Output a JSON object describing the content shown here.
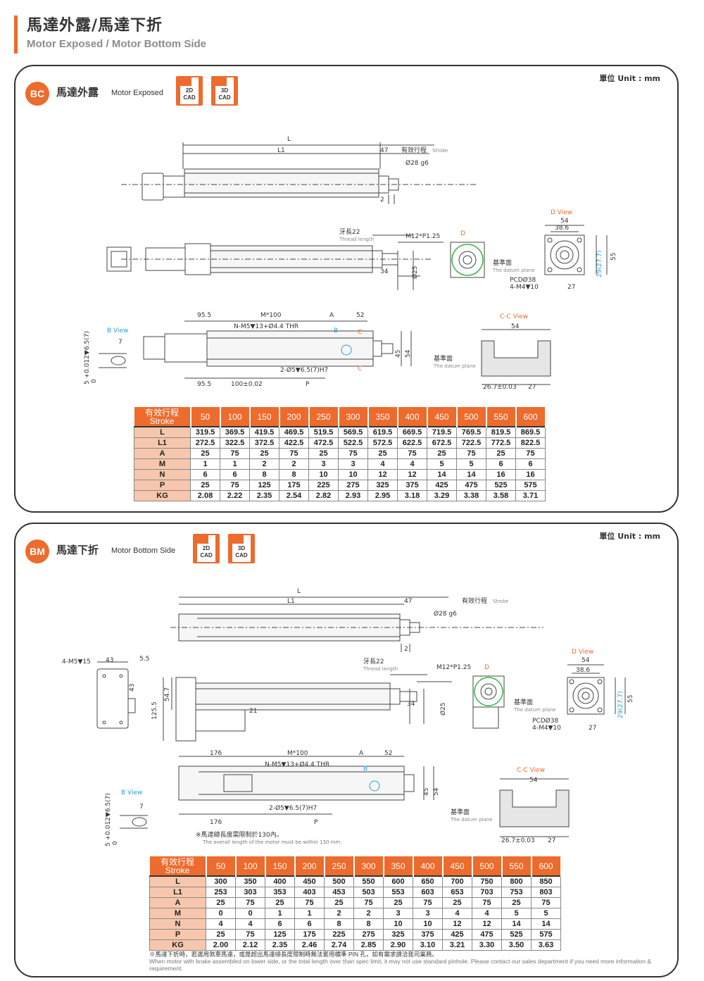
{
  "header": {
    "title_zh": "馬達外露/馬達下折",
    "title_en": "Motor Exposed / Motor Bottom Side"
  },
  "colors": {
    "accent": "#ec6b2d",
    "row_header": "#f7c7ad",
    "highlight_blue": "#2aa0d8",
    "green_circle": "#3cb44b"
  },
  "bc": {
    "unit": "單位 Unit : mm",
    "badge": "BC",
    "title": "馬達外露",
    "subtitle": "Motor Exposed",
    "cad": [
      "2D CAD",
      "3D CAD"
    ],
    "labels": {
      "L": "L",
      "L1": "L1",
      "d47": "47",
      "stroke": "有效行程",
      "stroke_en": "Stroke",
      "phi28": "Ø28 g6",
      "d2": "2",
      "thread": "牙長22",
      "thread_en": "Thread length",
      "m12": "M12*P1.25",
      "d34": "34",
      "phi25": "Ø25",
      "D": "D",
      "dview": "D View",
      "d54": "54",
      "d386": "38.6",
      "d55": "55",
      "d29": "29(27.7)",
      "datum": "基準面",
      "datum_en": "The datum plane",
      "pcd": "PCDØ38",
      "m4": "4-M4▼10",
      "d27": "27",
      "d955": "95.5",
      "m100": "M*100",
      "A": "A",
      "d52": "52",
      "nm5": "N-M5▼13+Ø4.4 THR",
      "B": "B",
      "C": "C",
      "bview": "B View",
      "d7": "7",
      "tol": "5 +0.012▼6.5(7)",
      "zero": "0",
      "d45": "45",
      "pin": "2-Ø5▼6.5(7)H7",
      "d955b": "95.5",
      "d100": "100±0.02",
      "P": "P",
      "ccview": "C-C View",
      "d54b": "54",
      "d267": "26.7±0.03",
      "d27b": "27"
    },
    "table": {
      "corner": [
        "有效行程",
        "Stroke"
      ],
      "strokes": [
        "50",
        "100",
        "150",
        "200",
        "250",
        "300",
        "350",
        "400",
        "450",
        "500",
        "550",
        "600"
      ],
      "rows": [
        {
          "name": "L",
          "values": [
            "319.5",
            "369.5",
            "419.5",
            "469.5",
            "519.5",
            "569.5",
            "619.5",
            "669.5",
            "719.5",
            "769.5",
            "819.5",
            "869.5"
          ]
        },
        {
          "name": "L1",
          "values": [
            "272.5",
            "322.5",
            "372.5",
            "422.5",
            "472.5",
            "522.5",
            "572.5",
            "622.5",
            "672.5",
            "722.5",
            "772.5",
            "822.5"
          ]
        },
        {
          "name": "A",
          "values": [
            "25",
            "75",
            "25",
            "75",
            "25",
            "75",
            "25",
            "75",
            "25",
            "75",
            "25",
            "75"
          ]
        },
        {
          "name": "M",
          "values": [
            "1",
            "1",
            "2",
            "2",
            "3",
            "3",
            "4",
            "4",
            "5",
            "5",
            "6",
            "6"
          ]
        },
        {
          "name": "N",
          "values": [
            "6",
            "6",
            "8",
            "8",
            "10",
            "10",
            "12",
            "12",
            "14",
            "14",
            "16",
            "16"
          ]
        },
        {
          "name": "P",
          "values": [
            "25",
            "75",
            "125",
            "175",
            "225",
            "275",
            "325",
            "375",
            "425",
            "475",
            "525",
            "575"
          ]
        },
        {
          "name": "KG",
          "values": [
            "2.08",
            "2.22",
            "2.35",
            "2.54",
            "2.82",
            "2.93",
            "2.95",
            "3.18",
            "3.29",
            "3.38",
            "3.58",
            "3.71"
          ]
        }
      ]
    }
  },
  "bm": {
    "unit": "單位 Unit : mm",
    "badge": "BM",
    "title": "馬達下折",
    "subtitle": "Motor Bottom Side",
    "cad": [
      "2D CAD",
      "3D CAD"
    ],
    "labels": {
      "L": "L",
      "L1": "L1",
      "d47": "47",
      "stroke": "有效行程",
      "stroke_en": "Stroke",
      "phi28": "Ø28 g6",
      "d2": "2",
      "thread": "牙長22",
      "thread_en": "Thread length",
      "m12": "M12*P1.25",
      "d34": "34",
      "phi25": "Ø25",
      "D": "D",
      "m5": "4-M5▼15",
      "d43": "43",
      "d55a": "5.5",
      "d43v": "43",
      "d547": "54.7",
      "d1255": "125.5",
      "d21": "21",
      "dview": "D View",
      "d54": "54",
      "d386": "38.6",
      "d55": "55",
      "d29": "29(27.7)",
      "datum": "基準面",
      "datum_en": "The datum plane",
      "pcd": "PCDØ38",
      "m4": "4-M4▼10",
      "d27": "27",
      "d176": "176",
      "m100": "M*100",
      "A": "A",
      "d52": "52",
      "nm5": "N-M5▼13+Ø4.4 THR",
      "B": "B",
      "bview": "B View",
      "d7": "7",
      "tol": "5 +0.012▼6.5(7)",
      "zero": "0",
      "d45": "45",
      "pin": "2-Ø5▼6.5(7)H7",
      "d176b": "176",
      "P": "P",
      "note": "※馬達總長度需限制於130內。",
      "note_en": "The overall length of the motor must be within 130 mm.",
      "ccview": "C-C View",
      "d54b": "54",
      "d267": "26.7±0.03",
      "d27b": "27"
    },
    "table": {
      "corner": [
        "有效行程",
        "Stroke"
      ],
      "strokes": [
        "50",
        "100",
        "150",
        "200",
        "250",
        "300",
        "350",
        "400",
        "450",
        "500",
        "550",
        "600"
      ],
      "rows": [
        {
          "name": "L",
          "values": [
            "300",
            "350",
            "400",
            "450",
            "500",
            "550",
            "600",
            "650",
            "700",
            "750",
            "800",
            "850"
          ]
        },
        {
          "name": "L1",
          "values": [
            "253",
            "303",
            "353",
            "403",
            "453",
            "503",
            "553",
            "603",
            "653",
            "703",
            "753",
            "803"
          ]
        },
        {
          "name": "A",
          "values": [
            "25",
            "75",
            "25",
            "75",
            "25",
            "75",
            "25",
            "75",
            "25",
            "75",
            "25",
            "75"
          ]
        },
        {
          "name": "M",
          "values": [
            "0",
            "0",
            "1",
            "1",
            "2",
            "2",
            "3",
            "3",
            "4",
            "4",
            "5",
            "5"
          ]
        },
        {
          "name": "N",
          "values": [
            "4",
            "4",
            "6",
            "6",
            "8",
            "8",
            "10",
            "10",
            "12",
            "12",
            "14",
            "14"
          ]
        },
        {
          "name": "P",
          "values": [
            "25",
            "75",
            "125",
            "175",
            "225",
            "275",
            "325",
            "375",
            "425",
            "475",
            "525",
            "575"
          ]
        },
        {
          "name": "KG",
          "values": [
            "2.00",
            "2.12",
            "2.35",
            "2.46",
            "2.74",
            "2.85",
            "2.90",
            "3.10",
            "3.21",
            "3.30",
            "3.50",
            "3.63"
          ]
        }
      ]
    },
    "footnote": "※馬達下折時，若選用煞車馬達，或是超出馬達總長度限制時無法套用標準 PIN 孔，如有需求請洽我司業務。",
    "footnote_en": "When motor with brake assembled on lower side, or the total length over than spec limit, it may not use standard pinhole. Please contact our sales department if you need more information & requirement."
  }
}
